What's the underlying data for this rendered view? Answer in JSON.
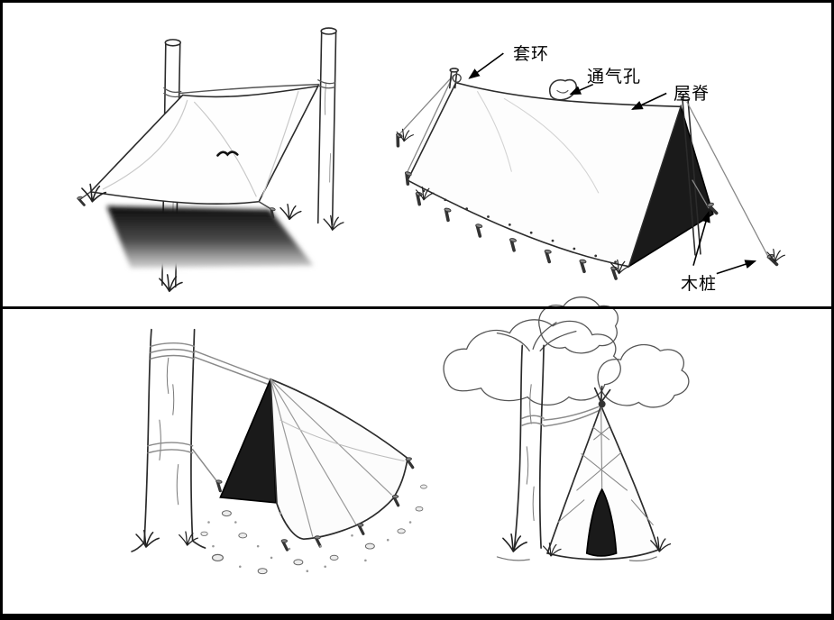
{
  "page": {
    "background": "#ffffff",
    "border_color": "#000000"
  },
  "diagram": {
    "labels": {
      "loop": "套环",
      "vent_hole": "通气孔",
      "ridge": "屋脊",
      "stake": "木桩"
    },
    "illustrations": {
      "top_left": "tarp-shelter-between-two-posts",
      "top_right": "a-frame-tarp-tent-with-labels",
      "bottom_left": "lean-to-tarp-shelter-on-tree",
      "bottom_right": "teepee-shelter-tied-to-tree"
    },
    "colors": {
      "ink": "#2b2b2b",
      "shadow_dark": "#0b0b0b",
      "rope": "#808080",
      "dark_panel": "#1a1a1a"
    }
  }
}
